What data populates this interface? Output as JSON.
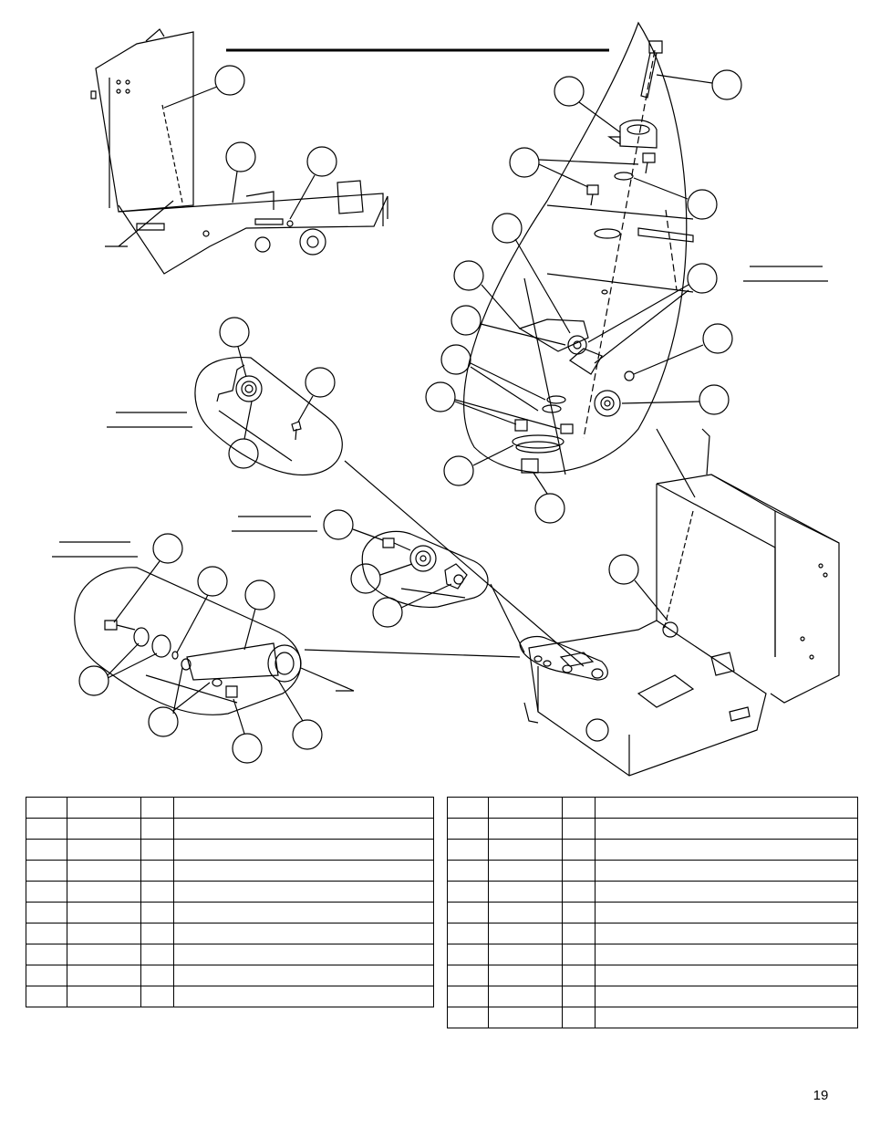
{
  "page": {
    "number": "19"
  },
  "tables": {
    "left": {
      "rows": 10
    },
    "right": {
      "rows": 11
    }
  },
  "colors": {
    "ink": "#000000",
    "paper": "#ffffff"
  }
}
